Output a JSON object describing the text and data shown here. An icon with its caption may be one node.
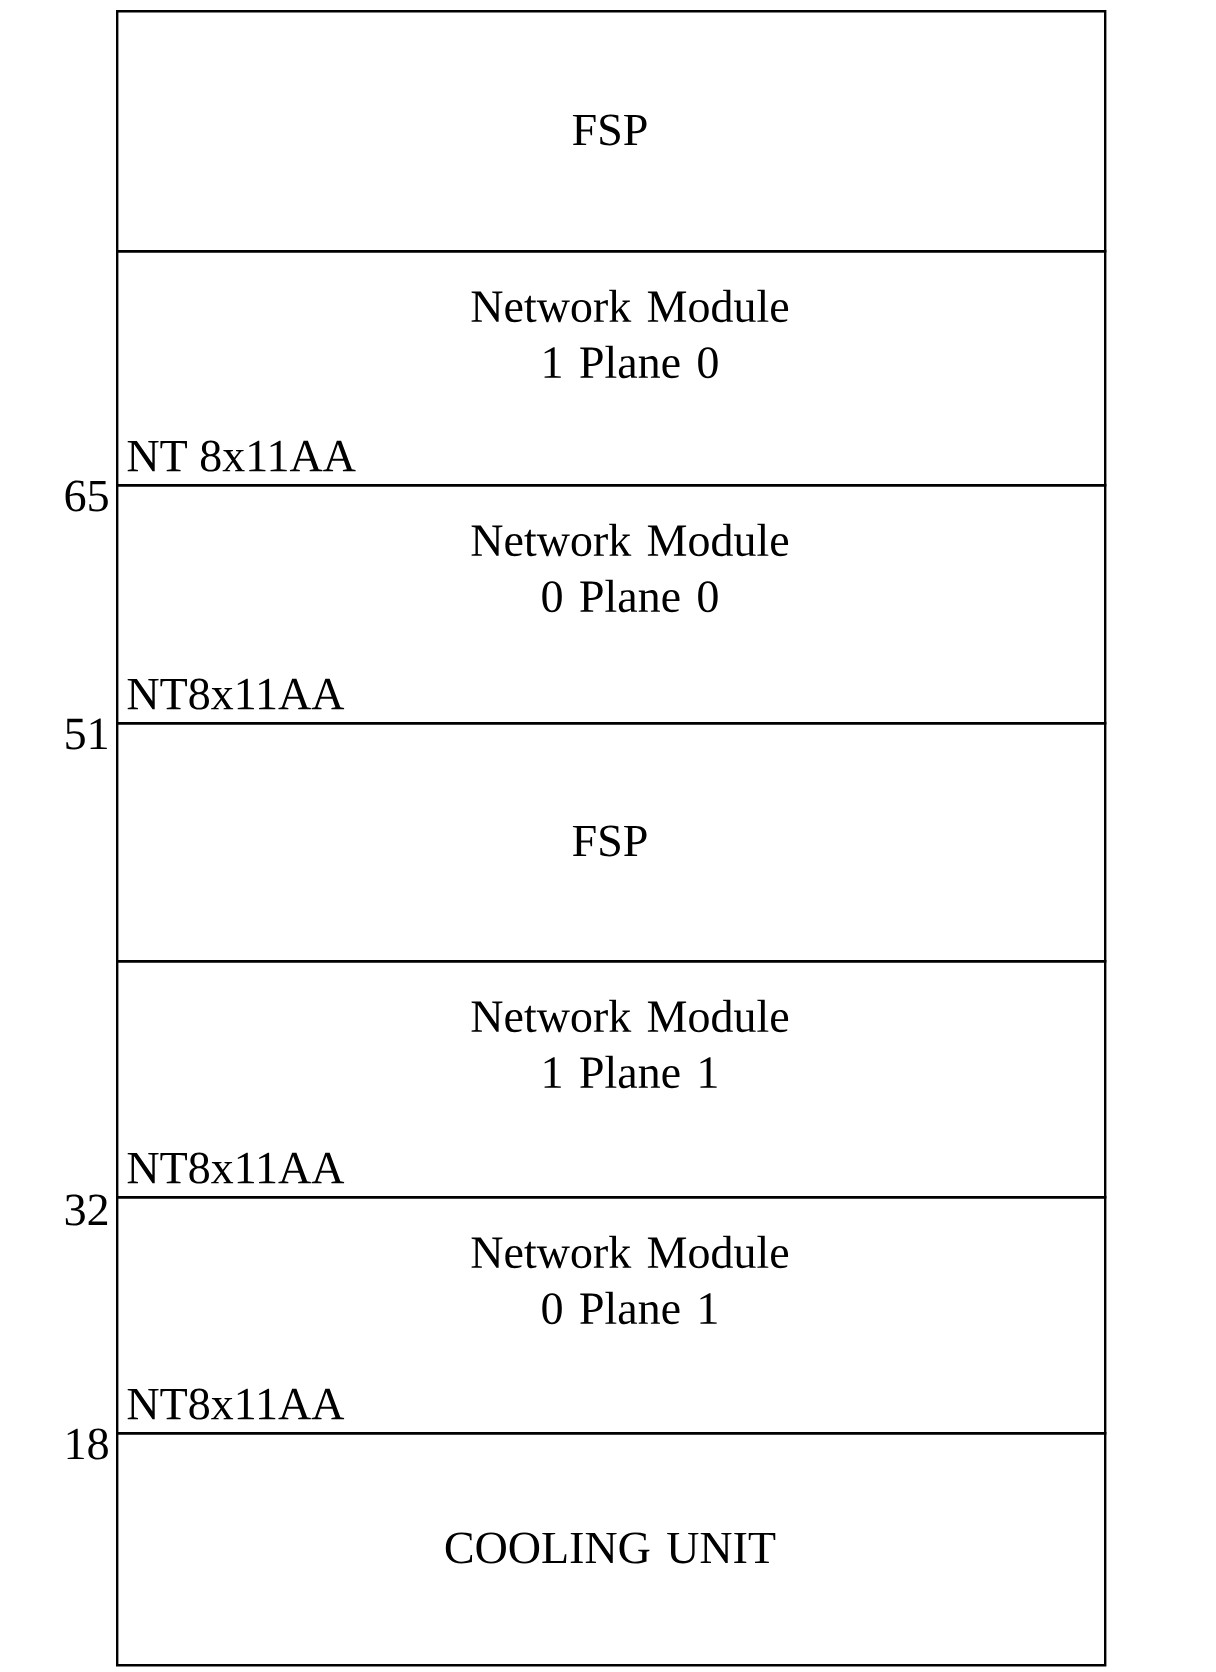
{
  "diagram": {
    "nodes": [
      {
        "text": [
          "FSP"
        ]
      },
      {
        "text": [
          "Network Module 1 Plane 0",
          "NT 8x11AA"
        ]
      },
      {
        "text": [
          "Network Module 0 Plane 0",
          "NT8x11AA"
        ]
      },
      {
        "text": [
          "FSP"
        ]
      },
      {
        "text": [
          "Network Module 1 Plane 1",
          "NT8x11AA"
        ]
      },
      {
        "text": [
          "Network Module 0 Plane 1",
          "NT8x11AA"
        ]
      },
      {
        "text": [
          "COOLING UNIT"
        ]
      }
    ],
    "labels": [
      "65",
      "51",
      "32",
      "18"
    ]
  }
}
